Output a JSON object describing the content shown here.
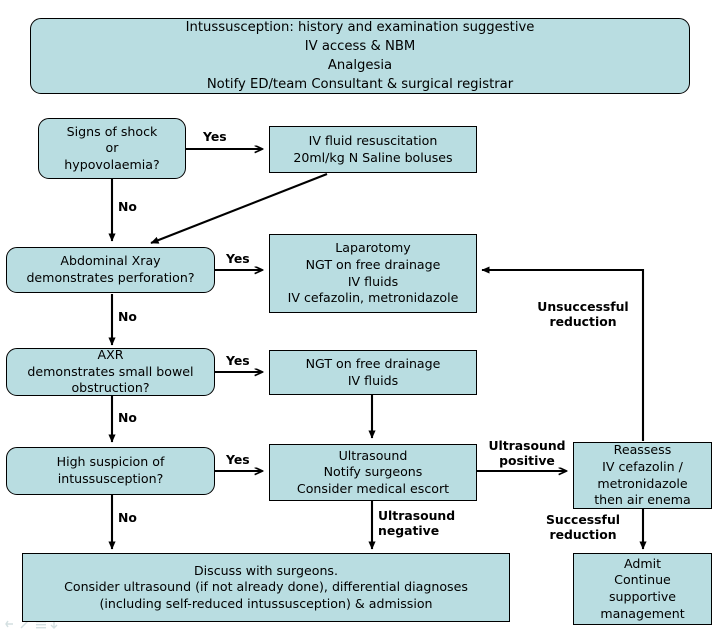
{
  "chart_data": {
    "type": "diagram",
    "title": "Intussusception clinical management flowchart",
    "node_fill": "#b9dde1",
    "node_stroke": "#000000",
    "nodes": [
      {
        "id": "header",
        "shape": "rounded",
        "text": "Intussusception: history and examination suggestive\nIV access & NBM\nAnalgesia\nNotify ED/team Consultant & surgical registrar"
      },
      {
        "id": "shock",
        "shape": "rounded",
        "text": "Signs of shock\nor\nhypovolaemia?"
      },
      {
        "id": "ivfluid",
        "shape": "rect",
        "text": "IV fluid resuscitation\n20ml/kg N Saline boluses"
      },
      {
        "id": "axr_perf",
        "shape": "rounded",
        "text": "Abdominal Xray\ndemonstrates perforation?"
      },
      {
        "id": "laparotomy",
        "shape": "rect",
        "text": "Laparotomy\nNGT on free drainage\nIV fluids\nIV cefazolin, metronidazole"
      },
      {
        "id": "axr_sbo",
        "shape": "rounded",
        "text": "AXR\ndemonstrates small bowel\nobstruction?"
      },
      {
        "id": "ngt",
        "shape": "rect",
        "text": "NGT on free drainage\nIV fluids"
      },
      {
        "id": "suspicion",
        "shape": "rounded",
        "text": "High suspicion of\nintussusception?"
      },
      {
        "id": "ultrasound",
        "shape": "rect",
        "text": "Ultrasound\nNotify surgeons\nConsider medical escort"
      },
      {
        "id": "reassess",
        "shape": "rect",
        "text": "Reassess\nIV cefazolin /\nmetronidazole\nthen air enema"
      },
      {
        "id": "discuss",
        "shape": "rect",
        "text": "Discuss with surgeons.\nConsider ultrasound (if not already done), differential diagnoses\n(including self-reduced intussusception) & admission"
      },
      {
        "id": "admit",
        "shape": "rect",
        "text": "Admit\nContinue\nsupportive\nmanagement"
      }
    ],
    "edges": [
      {
        "from": "shock",
        "to": "ivfluid",
        "label": "Yes"
      },
      {
        "from": "shock",
        "to": "axr_perf",
        "label": "No"
      },
      {
        "from": "ivfluid",
        "to": "axr_perf",
        "label": ""
      },
      {
        "from": "axr_perf",
        "to": "laparotomy",
        "label": "Yes"
      },
      {
        "from": "axr_perf",
        "to": "axr_sbo",
        "label": "No"
      },
      {
        "from": "axr_sbo",
        "to": "ngt",
        "label": "Yes"
      },
      {
        "from": "axr_sbo",
        "to": "suspicion",
        "label": "No"
      },
      {
        "from": "ngt",
        "to": "ultrasound",
        "label": ""
      },
      {
        "from": "suspicion",
        "to": "ultrasound",
        "label": "Yes"
      },
      {
        "from": "suspicion",
        "to": "discuss",
        "label": "No"
      },
      {
        "from": "ultrasound",
        "to": "reassess",
        "label": "Ultrasound positive"
      },
      {
        "from": "ultrasound",
        "to": "discuss",
        "label": "Ultrasound negative"
      },
      {
        "from": "reassess",
        "to": "laparotomy",
        "label": "Unsuccessful reduction"
      },
      {
        "from": "reassess",
        "to": "admit",
        "label": "Successful reduction"
      }
    ]
  },
  "nodes": {
    "header": "Intussusception: history and examination suggestive\nIV access & NBM\nAnalgesia\nNotify ED/team Consultant & surgical registrar",
    "shock": "Signs of shock\nor\nhypovolaemia?",
    "ivfluid": "IV fluid resuscitation\n20ml/kg N Saline boluses",
    "axr_perf": "Abdominal Xray\ndemonstrates perforation?",
    "laparotomy": "Laparotomy\nNGT on free drainage\nIV fluids\nIV cefazolin, metronidazole",
    "axr_sbo": "AXR\ndemonstrates small bowel\nobstruction?",
    "ngt": "NGT on free drainage\nIV fluids",
    "suspicion": "High suspicion of\nintussusception?",
    "ultrasound": "Ultrasound\nNotify surgeons\nConsider medical escort",
    "reassess": "Reassess\nIV cefazolin /\nmetronidazole\nthen air enema",
    "discuss": "Discuss with surgeons.\nConsider ultrasound (if not already done), differential diagnoses\n(including self-reduced intussusception) & admission",
    "admit": "Admit\nContinue\nsupportive\nmanagement"
  },
  "labels": {
    "yes_shock": "Yes",
    "no_shock": "No",
    "yes_perf": "Yes",
    "no_perf": "No",
    "yes_sbo": "Yes",
    "no_sbo": "No",
    "yes_suspicion": "Yes",
    "no_suspicion": "No",
    "ultrasound_positive": "Ultrasound\npositive",
    "ultrasound_negative": "Ultrasound\nnegative",
    "unsuccessful": "Unsuccessful\nreduction",
    "successful": "Successful\nreduction"
  }
}
